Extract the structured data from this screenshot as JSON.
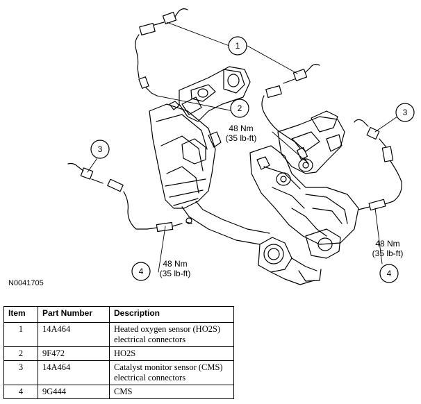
{
  "callouts": [
    {
      "number": "1"
    },
    {
      "number": "2",
      "torque": "48 Nm",
      "torque_imperial": "(35 lb-ft)"
    },
    {
      "number": "3"
    },
    {
      "number": "3"
    },
    {
      "number": "4",
      "torque": "48 Nm",
      "torque_imperial": "(35 lb-ft)"
    },
    {
      "number": "4",
      "torque": "48 Nm",
      "torque_imperial": "(35 lb-ft)"
    }
  ],
  "figure_id": "N0041705",
  "table": {
    "headers": [
      "Item",
      "Part Number",
      "Description"
    ],
    "rows": [
      {
        "item": "1",
        "part_number": "14A464",
        "description": "Heated oxygen sensor (HO2S) electrical connectors"
      },
      {
        "item": "2",
        "part_number": "9F472",
        "description": "HO2S"
      },
      {
        "item": "3",
        "part_number": "14A464",
        "description": "Catalyst monitor sensor (CMS) electrical connectors"
      },
      {
        "item": "4",
        "part_number": "9G444",
        "description": "CMS"
      }
    ]
  }
}
